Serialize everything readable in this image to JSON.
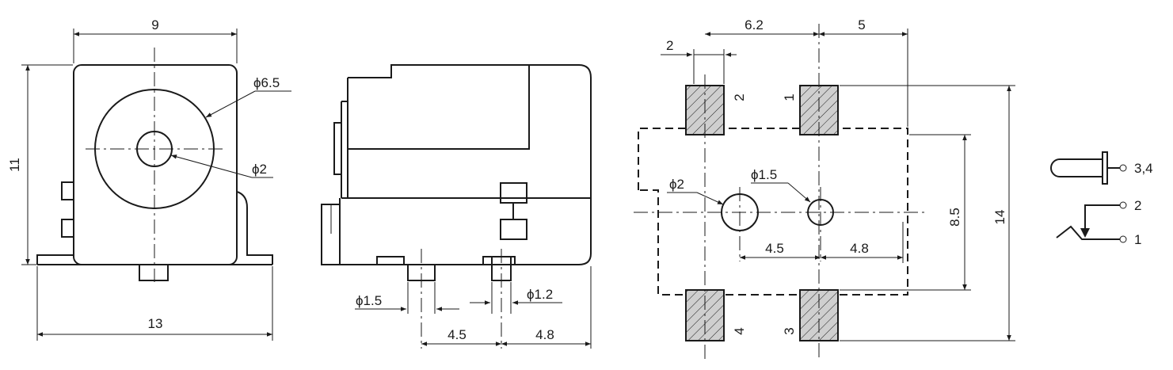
{
  "front_view": {
    "dim_width_top": "9",
    "dim_height": "11",
    "dim_width_bottom": "13",
    "dia_outer": "ϕ6.5",
    "dia_inner": "ϕ2"
  },
  "side_view": {
    "dia_pin_left": "ϕ1.5",
    "dia_pin_right": "ϕ1.2",
    "dim_pitch_left": "4.5",
    "dim_pitch_right": "4.8"
  },
  "pcb_layout": {
    "dim_pad_width": "2",
    "dim_pad_spacing": "6.2",
    "dim_right_offset": "5",
    "dim_pad_span_v": "8.5",
    "dim_total_height": "14",
    "dia_hole_large": "ϕ2",
    "dia_hole_small": "ϕ1.5",
    "dim_hole_left": "4.5",
    "dim_hole_right": "4.8",
    "pad_labels": [
      "1",
      "2",
      "3",
      "4"
    ]
  },
  "schematic": {
    "pin_labels": [
      "3,4",
      "2",
      "1"
    ]
  },
  "colors": {
    "ink": "#1a1a1a",
    "pad_fill": "#cfcfcf"
  }
}
